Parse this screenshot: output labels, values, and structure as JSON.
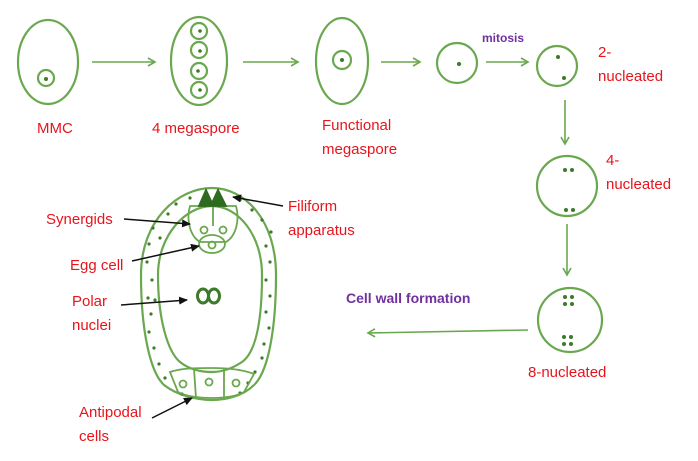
{
  "colors": {
    "stroke": "#6aa84f",
    "nucleus": "#3d7a2a",
    "stage_label": "#e8141c",
    "part_label": "#111111",
    "process_label": "#7030a0"
  },
  "stages": {
    "mmc": "MMC",
    "four_megaspore": "4 megaspore",
    "functional_l1": "Functional",
    "functional_l2": "megaspore",
    "two_l1": "2-",
    "two_l2": "nucleated",
    "four_l1": "4-",
    "four_l2": "nucleated",
    "eight": "8-nucleated"
  },
  "processes": {
    "mitosis": "mitosis",
    "cell_wall": "Cell wall formation"
  },
  "parts": {
    "synergids": "Synergids",
    "filiform_l1": "Filiform",
    "filiform_l2": "apparatus",
    "egg_cell": "Egg cell",
    "polar_l1": "Polar",
    "polar_l2": "nuclei",
    "antipodal_l1": "Antipodal",
    "antipodal_l2": "cells"
  }
}
